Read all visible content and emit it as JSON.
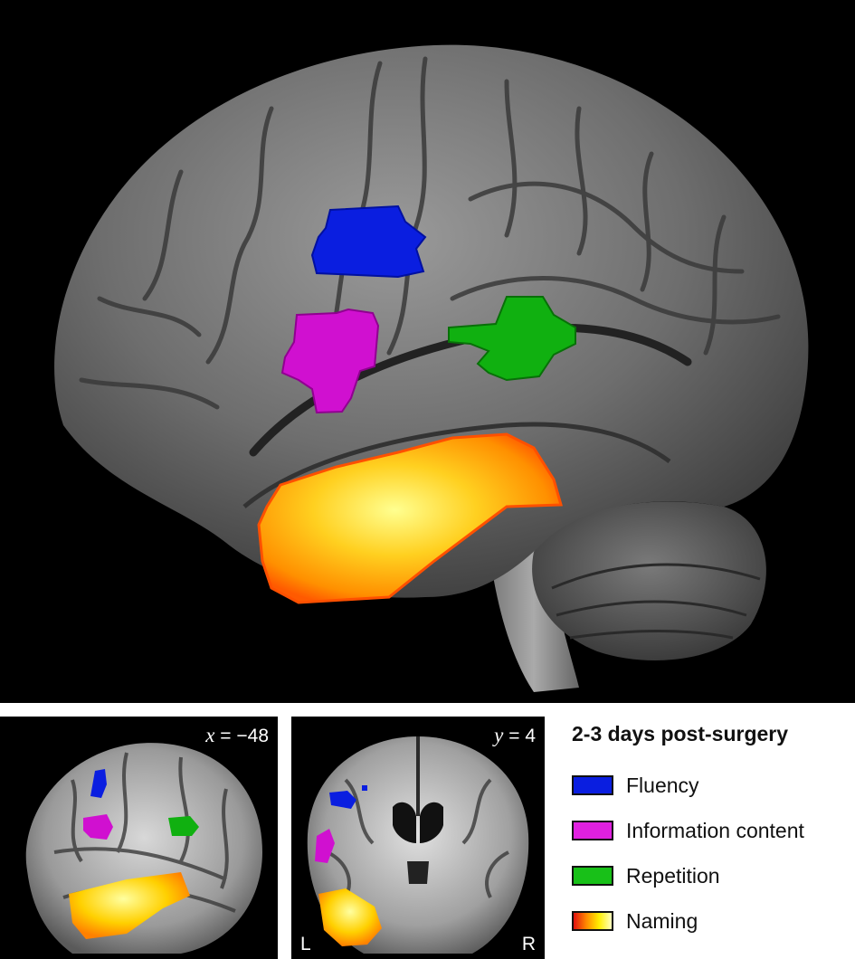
{
  "figure": {
    "sagittal_slice": {
      "axis_symbol": "x",
      "equals": " = ",
      "value": "−48"
    },
    "coronal_slice": {
      "axis_symbol": "y",
      "equals": " = ",
      "value": "4",
      "left_label": "L",
      "right_label": "R"
    },
    "legend": {
      "title": "2-3 days post-surgery",
      "items": [
        {
          "label": "Fluency",
          "color": "#0a1ee0"
        },
        {
          "label": "Information content",
          "color": "#e020e0"
        },
        {
          "label": "Repetition",
          "color": "#18c018"
        },
        {
          "label": "Naming",
          "gradient": [
            "#e01010",
            "#ff8800",
            "#ffee00",
            "#ffffc0"
          ]
        }
      ]
    },
    "colors": {
      "background": "#000000",
      "fluency": "#0a1ee0",
      "information_content": "#d010d0",
      "repetition": "#10b010",
      "naming_low": "#ff6a00",
      "naming_high": "#ffff80"
    }
  }
}
